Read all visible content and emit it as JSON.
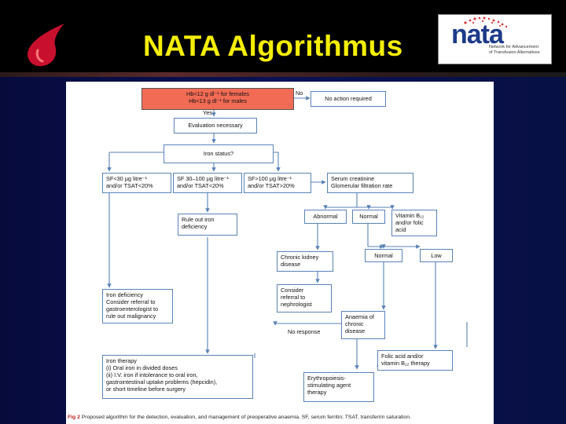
{
  "slide": {
    "title": "NATA Algorithmus"
  },
  "logo": {
    "word": "nata",
    "tag_line1": "Network for Advancement",
    "tag_line2": "of Transfusion Alternatives"
  },
  "diagram": {
    "hb_line1": "Hb<12 g dl⁻¹ for females",
    "hb_line2": "Hb<13 g dl⁻¹ for males",
    "label_no": "No",
    "label_yes": "Yes",
    "no_action": "No action required",
    "evaluation": "Evaluation necessary",
    "iron_status": "Iron status?",
    "sf_low_line1": "SF<30 μg litre⁻¹",
    "sf_low_line2": "and/or TSAT<20%",
    "sf_mid_line1": "SF 30–100 μg litre⁻¹",
    "sf_mid_line2": "and/or TSAT<20%",
    "sf_high_line1": "SF>100 μg litre⁻¹",
    "sf_high_line2": "and/or TSAT>20%",
    "serum_line1": "Serum creatinine",
    "serum_line2": "Glomerular filtration rate",
    "abnormal": "Abnormal",
    "normal": "Normal",
    "vitb12_line1": "Vitamin B₁₂",
    "vitb12_line2": "and/or folic",
    "vitb12_line3": "acid",
    "rule_out_line1": "Rule out iron",
    "rule_out_line2": "deficiency",
    "normal2": "Normal",
    "low": "Low",
    "ckd_line1": "Chronic kidney",
    "ckd_line2": "disease",
    "consider_neph_line1": "Consider",
    "consider_neph_line2": "referral to",
    "consider_neph_line3": "nephrologist",
    "iron_def_line1": "Iron deficiency",
    "iron_def_line2": "Consider referral to",
    "iron_def_line3": "gastroenterologist to",
    "iron_def_line4": "rule out malignancy",
    "anaemia_line1": "Anaemia of",
    "anaemia_line2": "chronic",
    "anaemia_line3": "disease",
    "no_response": "No response",
    "iron_therapy_line1": "Iron therapy",
    "iron_therapy_line2": "(i) Oral iron in divided doses",
    "iron_therapy_line3": "(ii) I.V. iron if intolerance to oral iron,",
    "iron_therapy_line4": "gastrointestinal uptake problems (hepcidin),",
    "iron_therapy_line5": "or short timeline before surgery",
    "folic_line1": "Folic acid and/or",
    "folic_line2": "vitamin B₁₂ therapy",
    "esa_line1": "Erythropoiesis-",
    "esa_line2": "stimulating agent",
    "esa_line3": "therapy",
    "caption_fig": "Fig 2",
    "caption_text": "Proposed algorithm for the detection, evaluation, and management of preoperative anaemia. SF, serum ferritin; TSAT, transferrin saturation."
  },
  "colors": {
    "title": "#f5ee05",
    "hb_box": "#f26b55",
    "box_border": "#5a82b6",
    "drop": "#c8102e"
  }
}
